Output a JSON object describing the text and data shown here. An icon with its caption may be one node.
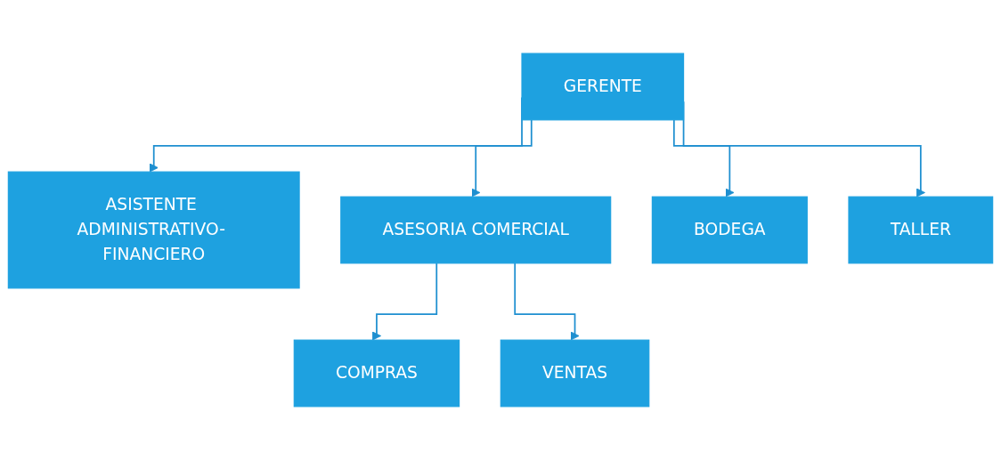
{
  "diagram": {
    "nodes": [
      {
        "text": [
          "GERENTE"
        ]
      },
      {
        "text": [
          "ASISTENTE ADMINISTRATIVO- FINANCIERO"
        ]
      },
      {
        "text": [
          "ASESORIA COMERCIAL"
        ]
      },
      {
        "text": [
          "BODEGA"
        ]
      },
      {
        "text": [
          "TALLER"
        ]
      },
      {
        "text": [
          "COMPRAS"
        ]
      },
      {
        "text": [
          "VENTAS"
        ]
      }
    ],
    "edges": [
      {
        "from": 0,
        "to": 1,
        "arrow": "to"
      },
      {
        "from": 0,
        "to": 2,
        "arrow": "to"
      },
      {
        "from": 0,
        "to": 3,
        "arrow": "to"
      },
      {
        "from": 0,
        "to": 4,
        "arrow": "to"
      },
      {
        "from": 2,
        "to": 5,
        "arrow": "to"
      },
      {
        "from": 2,
        "to": 6,
        "arrow": "to"
      }
    ]
  }
}
